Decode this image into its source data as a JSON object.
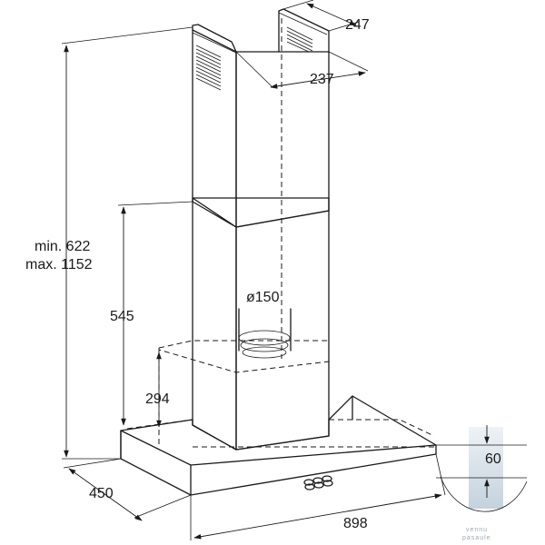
{
  "dimensions": {
    "chimney_depth": "247",
    "chimney_width": "237",
    "height_min": "min. 622",
    "height_max": "max. 1152",
    "outlet_diameter": "ø150",
    "lower_chimney_height": "545",
    "outlet_height": "294",
    "hood_depth": "450",
    "hood_width": "898",
    "hood_thickness": "60"
  },
  "watermark": {
    "line1": "vennu",
    "line2": "pasaule"
  }
}
